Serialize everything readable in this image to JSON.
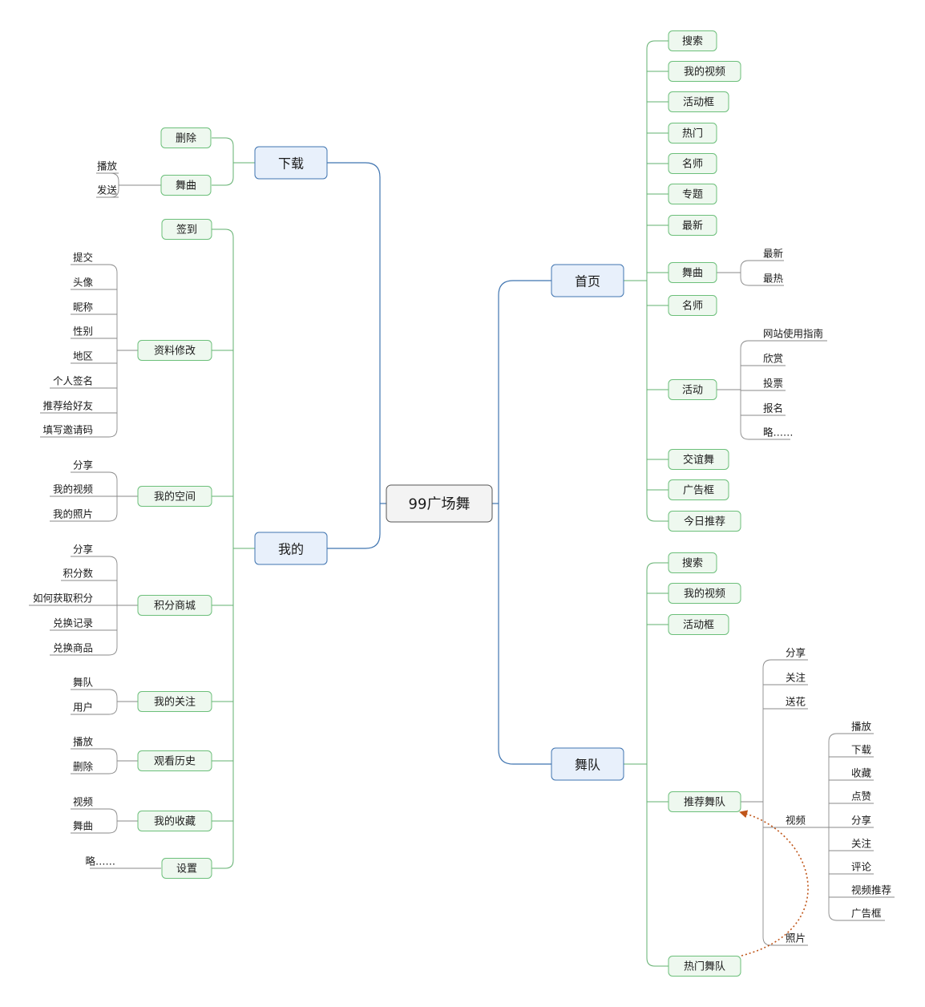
{
  "root": {
    "label": "99广场舞"
  },
  "right_branches": [
    {
      "label": "首页",
      "children": [
        {
          "label": "搜索"
        },
        {
          "label": "我的视频"
        },
        {
          "label": "活动框"
        },
        {
          "label": "热门"
        },
        {
          "label": "名师"
        },
        {
          "label": "专题"
        },
        {
          "label": "最新"
        },
        {
          "label": "舞曲",
          "children": [
            {
              "label": "最新"
            },
            {
              "label": "最热"
            }
          ]
        },
        {
          "label": "名师"
        },
        {
          "label": "活动",
          "children": [
            {
              "label": "网站使用指南"
            },
            {
              "label": "欣赏"
            },
            {
              "label": "投票"
            },
            {
              "label": "报名"
            },
            {
              "label": "略……"
            }
          ]
        },
        {
          "label": "交谊舞"
        },
        {
          "label": "广告框"
        },
        {
          "label": "今日推荐"
        }
      ]
    },
    {
      "label": "舞队",
      "children": [
        {
          "label": "搜索"
        },
        {
          "label": "我的视频"
        },
        {
          "label": "活动框"
        },
        {
          "label": "推荐舞队",
          "children": [
            {
              "label": "分享"
            },
            {
              "label": "关注"
            },
            {
              "label": "送花"
            },
            {
              "label": "视频",
              "children": [
                {
                  "label": "播放"
                },
                {
                  "label": "下载"
                },
                {
                  "label": "收藏"
                },
                {
                  "label": "点赞"
                },
                {
                  "label": "分享"
                },
                {
                  "label": "关注"
                },
                {
                  "label": "评论"
                },
                {
                  "label": "视频推荐"
                },
                {
                  "label": "广告框"
                }
              ]
            },
            {
              "label": "照片"
            }
          ]
        },
        {
          "label": "热门舞队"
        }
      ]
    }
  ],
  "left_branches": [
    {
      "label": "下载",
      "children": [
        {
          "label": "删除"
        },
        {
          "label": "舞曲",
          "children": [
            {
              "label": "播放"
            },
            {
              "label": "发送"
            }
          ]
        }
      ]
    },
    {
      "label": "我的",
      "children": [
        {
          "label": "签到"
        },
        {
          "label": "资料修改",
          "children": [
            {
              "label": "提交"
            },
            {
              "label": "头像"
            },
            {
              "label": "昵称"
            },
            {
              "label": "性别"
            },
            {
              "label": "地区"
            },
            {
              "label": "个人签名"
            },
            {
              "label": "推荐给好友"
            },
            {
              "label": "填写邀请码"
            }
          ]
        },
        {
          "label": "我的空间",
          "children": [
            {
              "label": "分享"
            },
            {
              "label": "我的视频"
            },
            {
              "label": "我的照片"
            }
          ]
        },
        {
          "label": "积分商城",
          "children": [
            {
              "label": "分享"
            },
            {
              "label": "积分数"
            },
            {
              "label": "如何获取积分"
            },
            {
              "label": "兑换记录"
            },
            {
              "label": "兑换商品"
            }
          ]
        },
        {
          "label": "我的关注",
          "children": [
            {
              "label": "舞队"
            },
            {
              "label": "用户"
            }
          ]
        },
        {
          "label": "观看历史",
          "children": [
            {
              "label": "播放"
            },
            {
              "label": "删除"
            }
          ]
        },
        {
          "label": "我的收藏",
          "children": [
            {
              "label": "视频"
            },
            {
              "label": "舞曲"
            }
          ]
        },
        {
          "label": "设置",
          "children": [
            {
              "label": "略……"
            }
          ]
        }
      ]
    }
  ],
  "relationship": {
    "from": "热门舞队",
    "to": "推荐舞队",
    "color": "#c0561a"
  },
  "colors": {
    "main_branch": "#3f74b0",
    "sub_branch": "#62b06f",
    "leaf_line": "#8a8a8a",
    "relationship": "#c0561a"
  }
}
